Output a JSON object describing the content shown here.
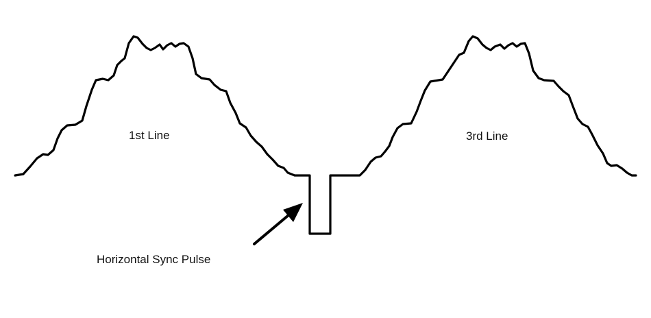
{
  "diagram": {
    "labels": {
      "first_line": "1st Line",
      "third_line": "3rd Line",
      "sync_pulse": "Horizontal Sync Pulse"
    },
    "colors": {
      "stroke": "#000000",
      "background": "#ffffff"
    }
  }
}
